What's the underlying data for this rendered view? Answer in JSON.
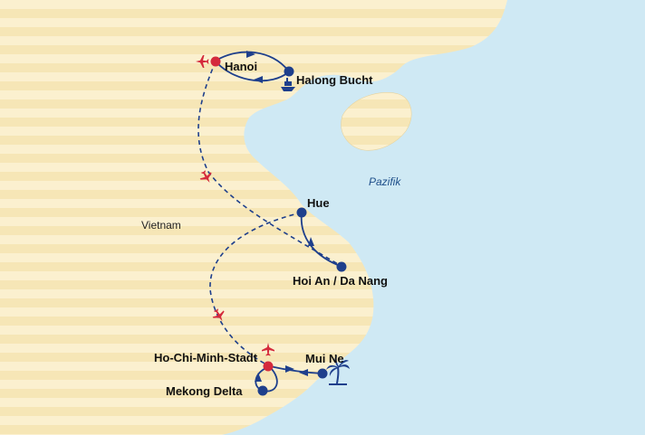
{
  "colors": {
    "sea": "#cfe9f4",
    "land": "#f6e6b6",
    "land_stripe": "#fbf0cf",
    "route": "#1e3f8c",
    "flight": "#d42a3c",
    "stop": "#1e3f8c",
    "main_stop": "#d42a3c"
  },
  "labels": {
    "country": "Vietnam",
    "sea": "Pazifik"
  },
  "stops": {
    "hanoi": "Hanoi",
    "halong": "Halong Bucht",
    "hue": "Hue",
    "hoian": "Hoi An / Da Nang",
    "hcmc": "Ho-Chi-Minh-Stadt",
    "muine": "Mui Ne",
    "mekong": "Mekong Delta"
  },
  "icons": {
    "flight": "airplane-icon",
    "boat": "boat-icon",
    "beach": "palm-icon"
  }
}
